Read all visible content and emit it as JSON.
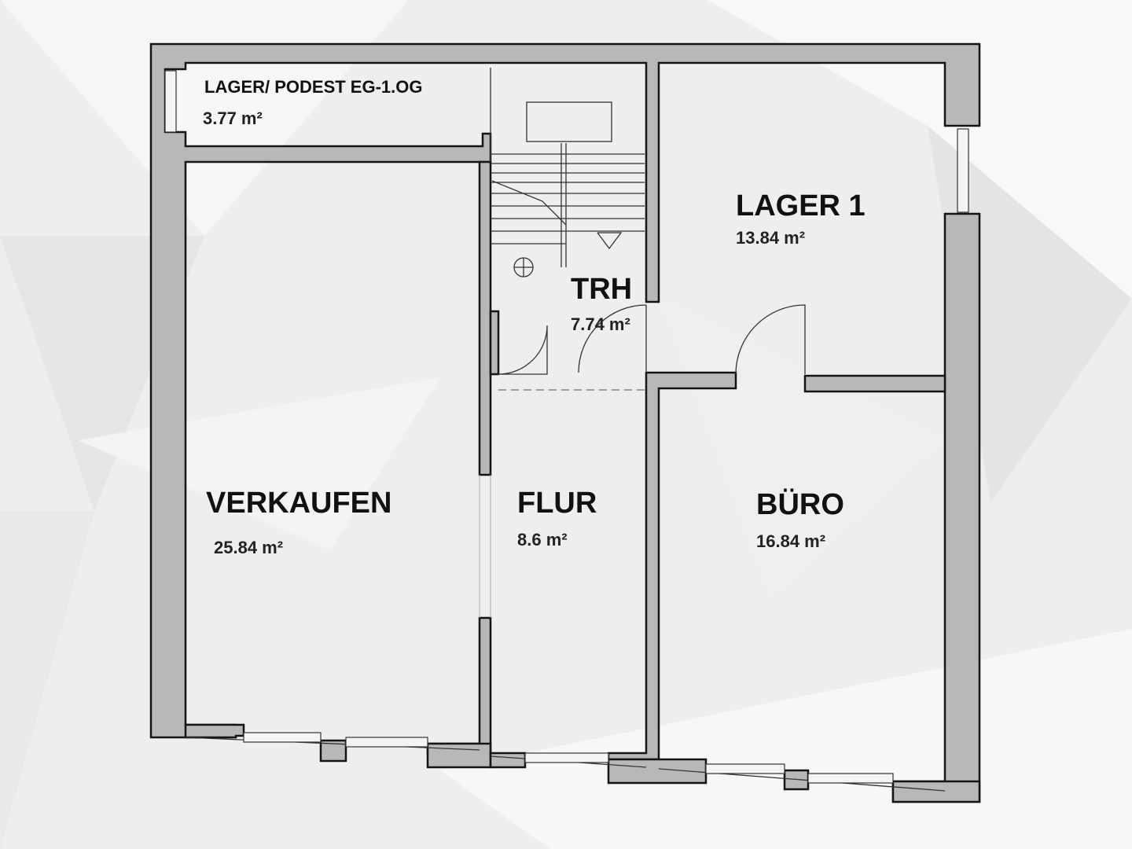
{
  "rooms": {
    "lager_podest": {
      "name": "LAGER/ PODEST EG-1.OG",
      "area": "3.77 m²"
    },
    "verkaufen": {
      "name": "VERKAUFEN",
      "area": "25.84 m²"
    },
    "trh": {
      "name": "TRH",
      "area": "7.74 m²"
    },
    "lager1": {
      "name": "LAGER 1",
      "area": "13.84 m²"
    },
    "flur": {
      "name": "FLUR",
      "area": "8.6 m²"
    },
    "buero": {
      "name": "BÜRO",
      "area": "16.84 m²"
    }
  },
  "colors": {
    "background": "#f2f2f2",
    "wall_fill": "#b8b8b8",
    "wall_stroke": "#151515",
    "text": "#111111"
  }
}
